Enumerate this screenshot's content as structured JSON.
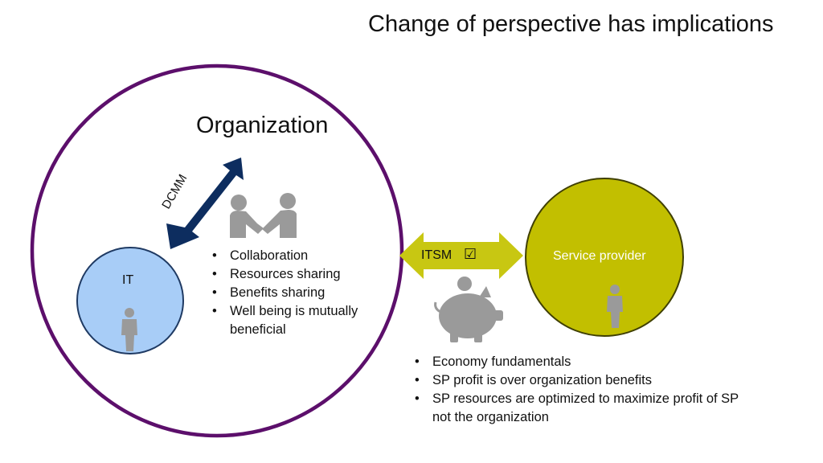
{
  "title": "Change of perspective has implications",
  "organization": {
    "label": "Organization"
  },
  "it": {
    "label": "IT"
  },
  "service_provider": {
    "label": "Service provider"
  },
  "arrows": {
    "dcmm_label": "DCMM",
    "itsm_label": "ITSM",
    "itsm_check": "☑"
  },
  "collaboration_bullets": [
    "Collaboration",
    "Resources sharing",
    "Benefits sharing",
    "Well being is mutually beneficial"
  ],
  "economy_bullets": [
    "Economy fundamentals",
    "SP profit is over organization benefits",
    "SP resources are optimized to maximize profit of SP not the organization"
  ],
  "colors": {
    "organization_border": "#5c0f6b",
    "it_fill": "#a8cdf7",
    "it_border": "#1f3a63",
    "service_provider_fill": "#c2bf00",
    "service_provider_border": "#3f3f00",
    "dcmm_arrow": "#0d2d5f",
    "itsm_arrow": "#c8c712",
    "icon_gray": "#9a9a9a"
  },
  "icons": [
    "handshake-icon",
    "piggy-bank-icon",
    "person-icon"
  ]
}
